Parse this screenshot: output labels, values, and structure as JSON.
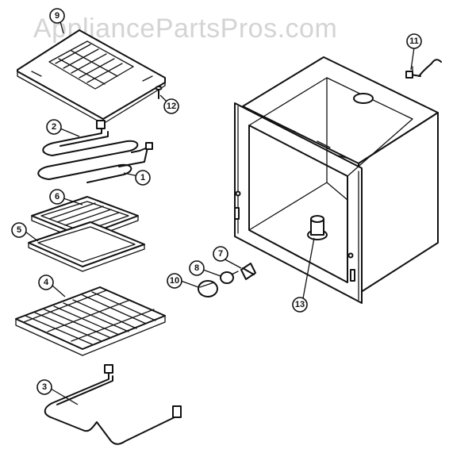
{
  "watermark": "AppliancePartsPros.com",
  "callouts": {
    "c1": "1",
    "c2": "2",
    "c3": "3",
    "c4": "4",
    "c5": "5",
    "c6": "6",
    "c7": "7",
    "c8": "8",
    "c9": "9",
    "c10": "10",
    "c11": "11",
    "c12": "12",
    "c13": "13"
  }
}
